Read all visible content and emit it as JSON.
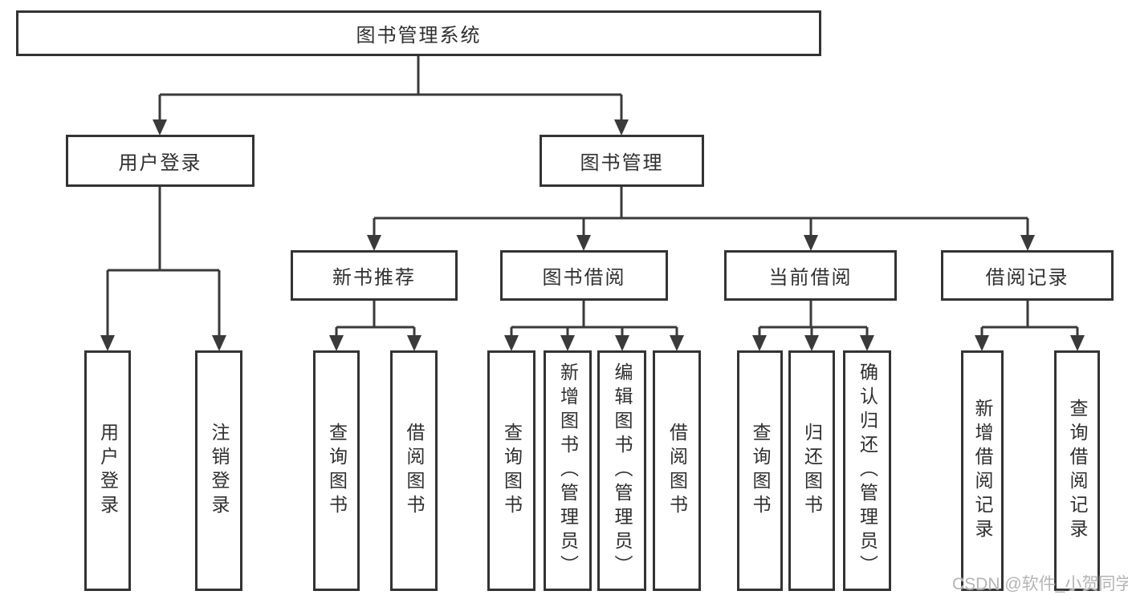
{
  "page": {
    "watermark": "CSDN @软件_小贺同学"
  },
  "colors": {
    "line": "#3a3a3a",
    "box_border": "#333333",
    "text": "#2f2f2f",
    "watermark": "#b4b4b4",
    "background": "#ffffff"
  },
  "tree": {
    "root": {
      "label": "图书管理系统"
    },
    "level2": [
      {
        "label": "用户登录",
        "children": [
          {
            "label": "用户登录"
          },
          {
            "label": "注销登录"
          }
        ]
      },
      {
        "label": "图书管理",
        "children": [
          {
            "label": "新书推荐",
            "children": [
              {
                "label": "查询图书"
              },
              {
                "label": "借阅图书"
              }
            ]
          },
          {
            "label": "图书借阅",
            "children": [
              {
                "label": "查询图书"
              },
              {
                "label": "新增图书（管理员）"
              },
              {
                "label": "编辑图书（管理员）"
              },
              {
                "label": "借阅图书"
              }
            ]
          },
          {
            "label": "当前借阅",
            "children": [
              {
                "label": "查询图书"
              },
              {
                "label": "归还图书"
              },
              {
                "label": "确认归还（管理员）"
              }
            ]
          },
          {
            "label": "借阅记录",
            "children": [
              {
                "label": "新增借阅记录"
              },
              {
                "label": "查询借阅记录"
              }
            ]
          }
        ]
      }
    ]
  }
}
